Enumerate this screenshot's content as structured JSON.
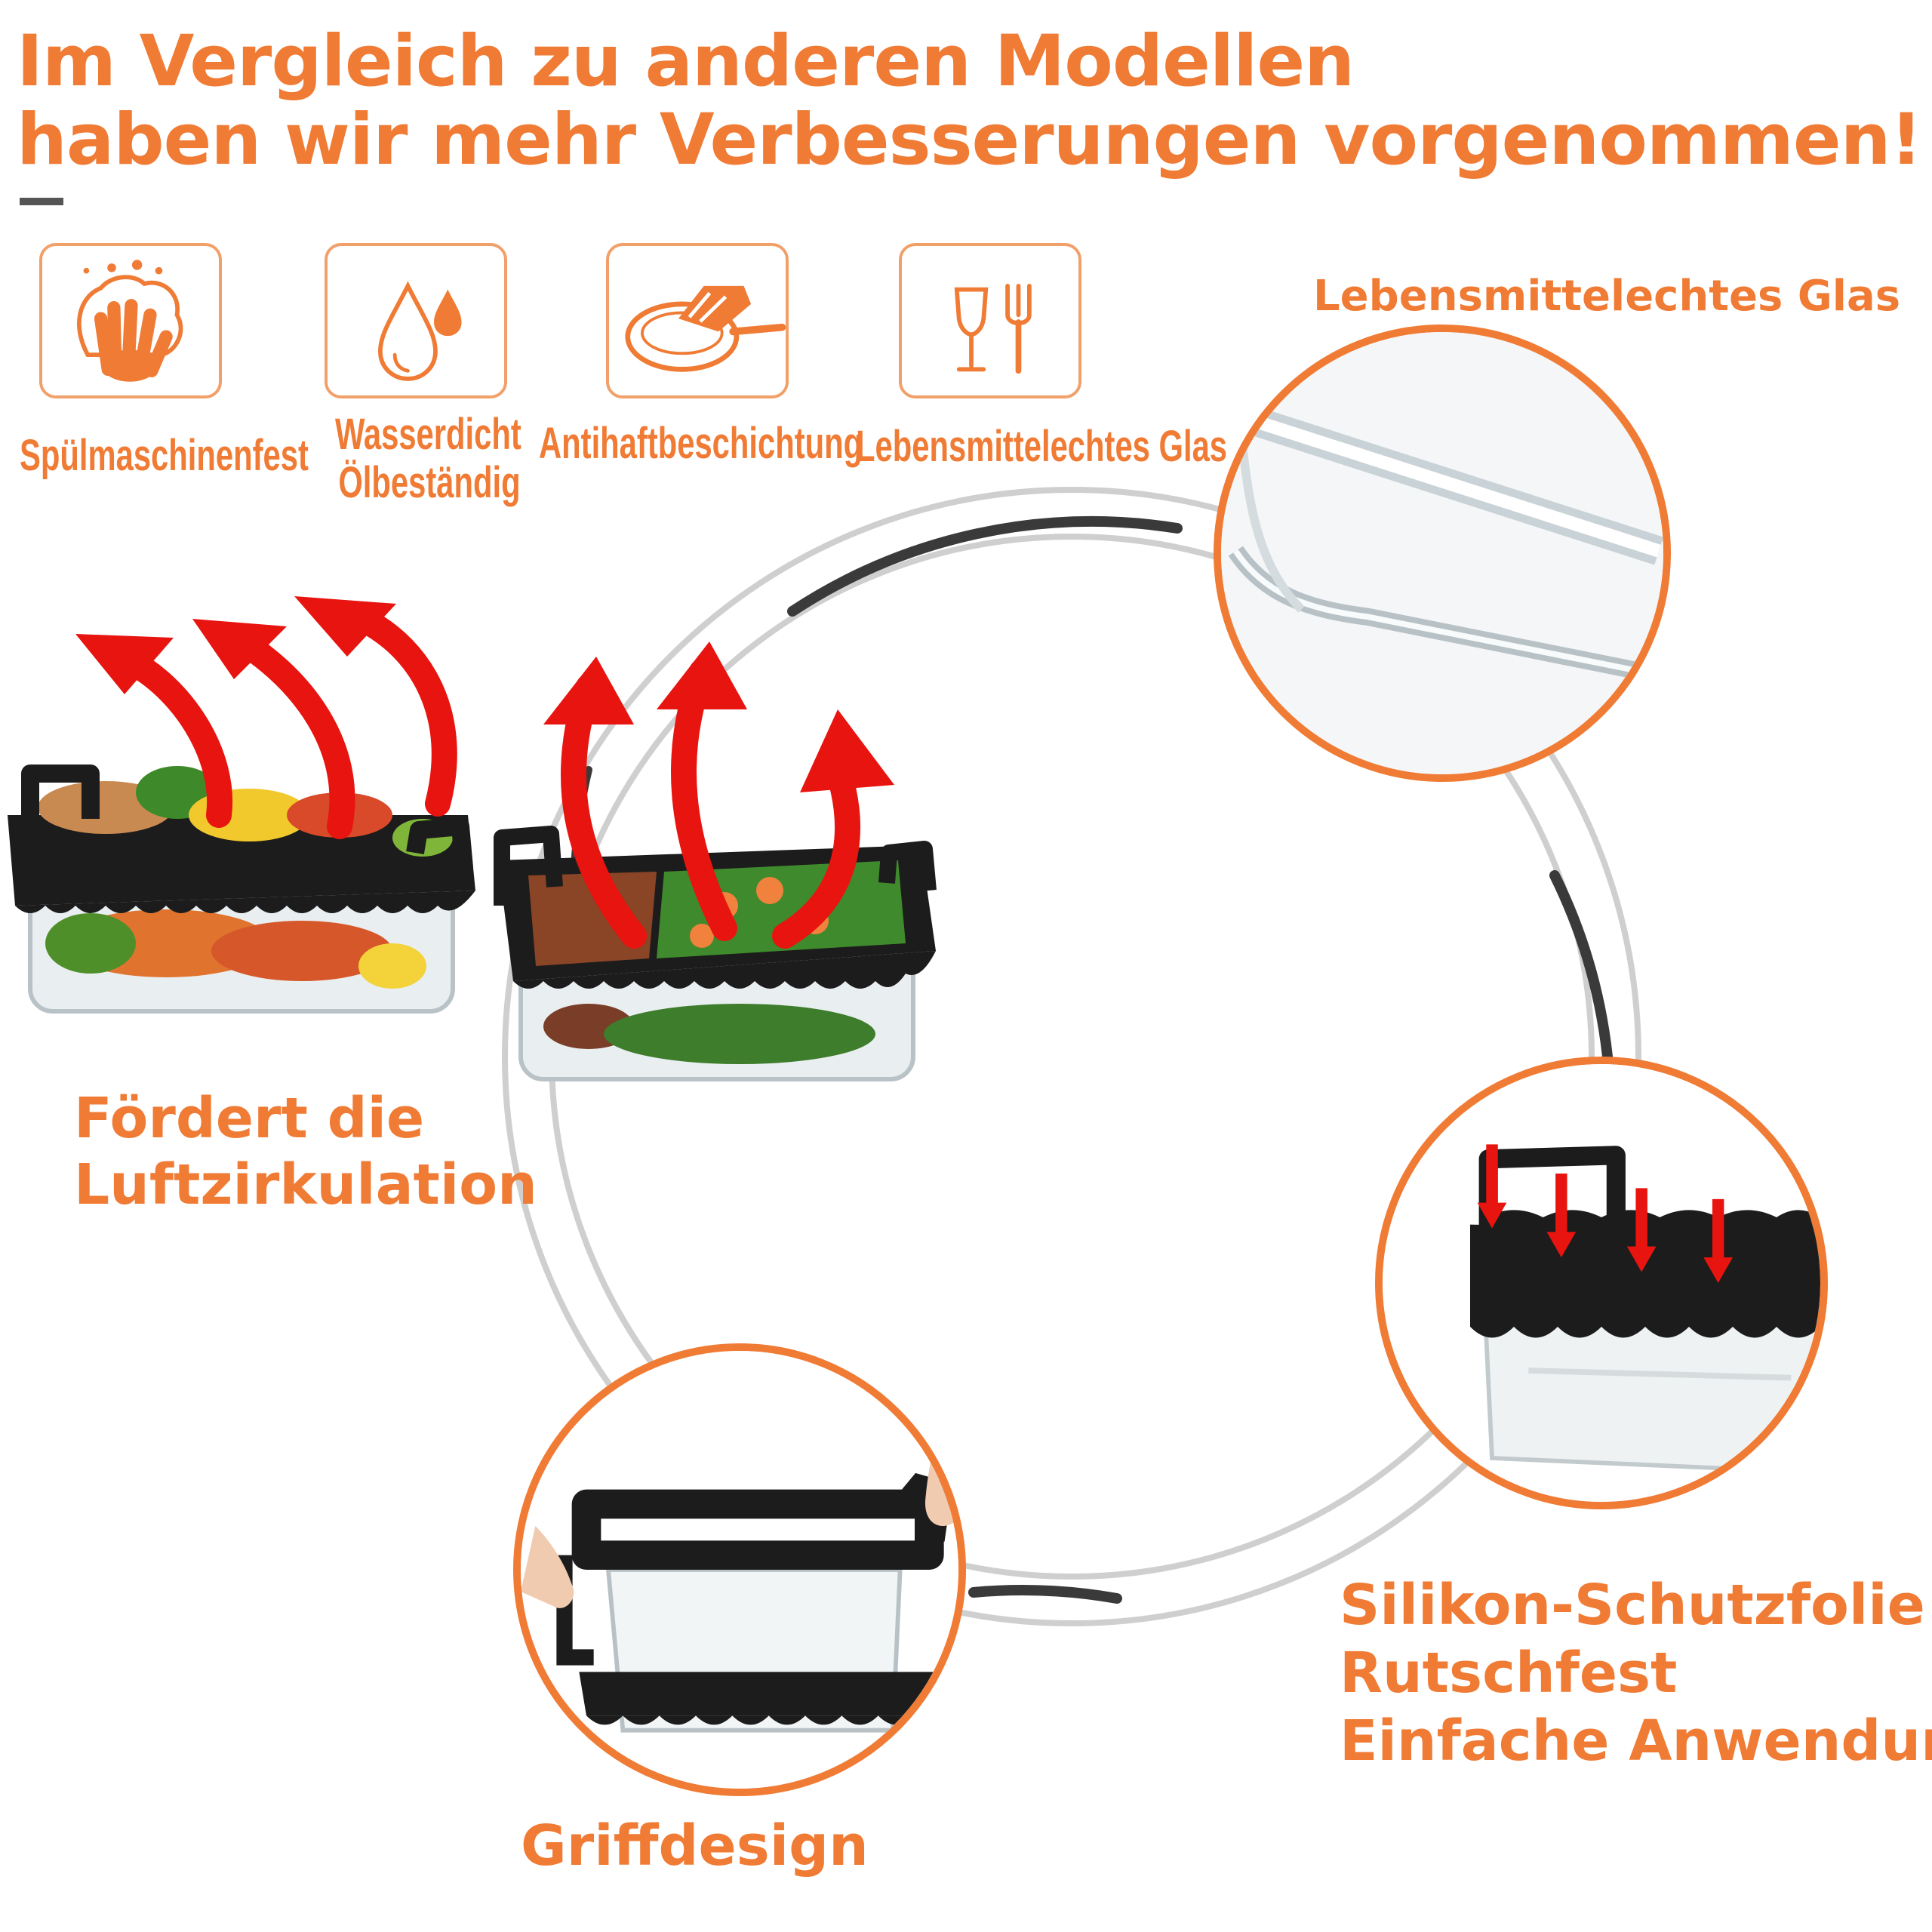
{
  "header": {
    "title_line1": "Im Vergleich zu anderen Modellen",
    "title_line2": "haben wir mehr Verbesserungen vorgenommen!"
  },
  "features": [
    {
      "icon": "dishwasher-hand-icon",
      "label": "Spülmaschinenfest"
    },
    {
      "icon": "water-drops-icon",
      "label_line1": "Wasserdicht",
      "label_line2": "Ölbeständig"
    },
    {
      "icon": "nonstick-pan-icon",
      "label": "Antihaftbeschichtung"
    },
    {
      "icon": "food-safe-glass-fork-icon",
      "label": "Lebensmittelechtes Glas"
    }
  ],
  "callouts": {
    "glass": {
      "label": "Lebensmittelechtes Glas"
    },
    "airflow": {
      "line1": "Fördert die",
      "line2": "Luftzirkulation"
    },
    "silicone": {
      "line1": "Silikon-Schutzfolie",
      "line2": "Rutschfest",
      "line3": "Einfache Anwendung"
    },
    "handle": {
      "label": "Griffdesign"
    }
  },
  "colors": {
    "accent": "#f07b35",
    "icon_fill": "#f07b35",
    "arrow_red": "#e8140f",
    "silicone_black": "#1c1c1c"
  }
}
